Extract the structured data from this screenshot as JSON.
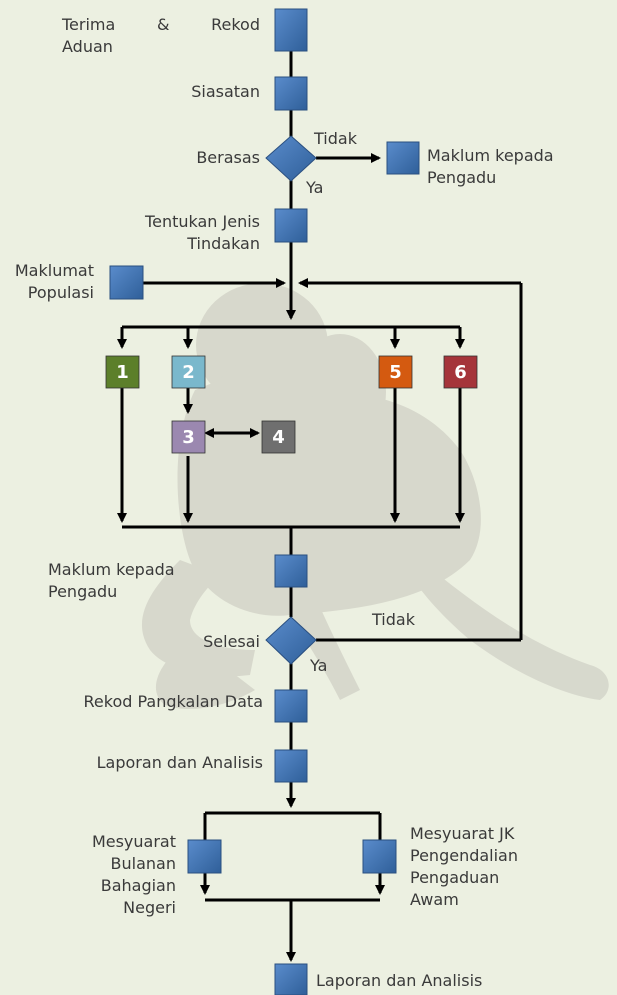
{
  "labels": {
    "terima_a": "Terima",
    "terima_b": "&",
    "terima_c": "Rekod",
    "terima_d": "Aduan",
    "siasatan": "Siasatan",
    "berasas": "Berasas",
    "tidak_1": "Tidak",
    "ya_1": "Ya",
    "maklum_kepada_1a": "Maklum kepada",
    "maklum_kepada_1b": "Pengadu",
    "tentukan_a": "Tentukan Jenis",
    "tentukan_b": "Tindakan",
    "maklumat_a": "Maklumat",
    "maklumat_b": "Populasi",
    "maklum_kepada_2a": "Maklum kepada",
    "maklum_kepada_2b": "Pengadu",
    "tidak_2": "Tidak",
    "selesai": "Selesai",
    "ya_2": "Ya",
    "rekod_pangkalan": "Rekod Pangkalan Data",
    "laporan_1": "Laporan dan Analisis",
    "mesyuarat_bulanan_a": "Mesyuarat",
    "mesyuarat_bulanan_b": "Bulanan",
    "mesyuarat_bulanan_c": "Bahagian",
    "mesyuarat_bulanan_d": "Negeri",
    "mesyuarat_jk_a": "Mesyuarat JK",
    "mesyuarat_jk_b": "Pengendalian",
    "mesyuarat_jk_c": "Pengaduan",
    "mesyuarat_jk_d": "Awam",
    "laporan_2": "Laporan dan Analisis"
  },
  "action_boxes": [
    {
      "number": "1",
      "color": "#5c7f2a"
    },
    {
      "number": "2",
      "color": "#7ab8cc"
    },
    {
      "number": "3",
      "color": "#9b88b0"
    },
    {
      "number": "4",
      "color": "#6f6f6f"
    },
    {
      "number": "5",
      "color": "#d45a10"
    },
    {
      "number": "6",
      "color": "#a5343a"
    }
  ],
  "colors": {
    "background": "#ecf0e1",
    "node_fill": "#4a78b6",
    "node_stroke": "#2a4f80",
    "line": "#000000",
    "label": "#3a3a3a"
  },
  "watermark": "monkey-silhouette"
}
